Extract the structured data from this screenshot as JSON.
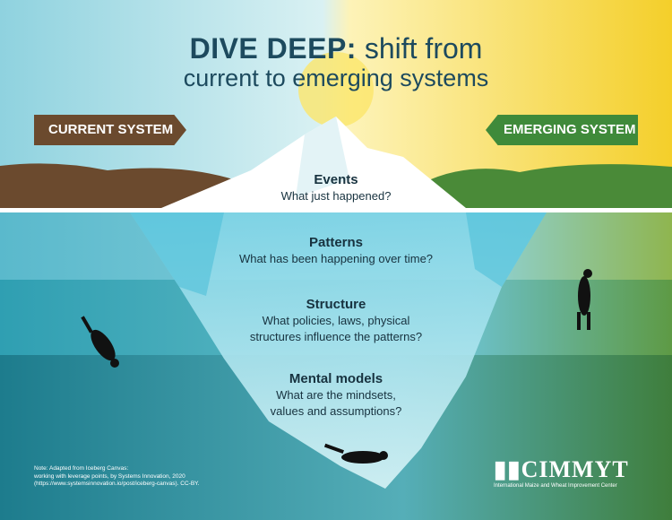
{
  "title": {
    "bold": "DIVE DEEP:",
    "rest": " shift from",
    "line2": "current to emerging systems"
  },
  "banners": {
    "left": "CURRENT SYSTEM",
    "right": "EMERGING SYSTEM"
  },
  "levels": [
    {
      "heading": "Events",
      "question": "What just happened?"
    },
    {
      "heading": "Patterns",
      "question": "What has been happening over time?"
    },
    {
      "heading": "Structure",
      "question": "What policies, laws, physical",
      "question2": "structures influence the patterns?"
    },
    {
      "heading": "Mental models",
      "question": "What are the mindsets,",
      "question2": "values and assumptions?"
    }
  ],
  "note": {
    "line1": "Note: Adapted from Iceberg Canvas:",
    "line2": "working with leverage points, by Systems Innovation, 2020",
    "line3": "(https://www.systemsinnovation.io/post/iceberg-canvas). CC-BY."
  },
  "logo": {
    "name": "CIMMYT",
    "sub": "International Maize and Wheat Improvement Center"
  },
  "colors": {
    "current": "#6b4a2e",
    "emerging": "#3f8a3a",
    "title": "#1d4a5e"
  }
}
